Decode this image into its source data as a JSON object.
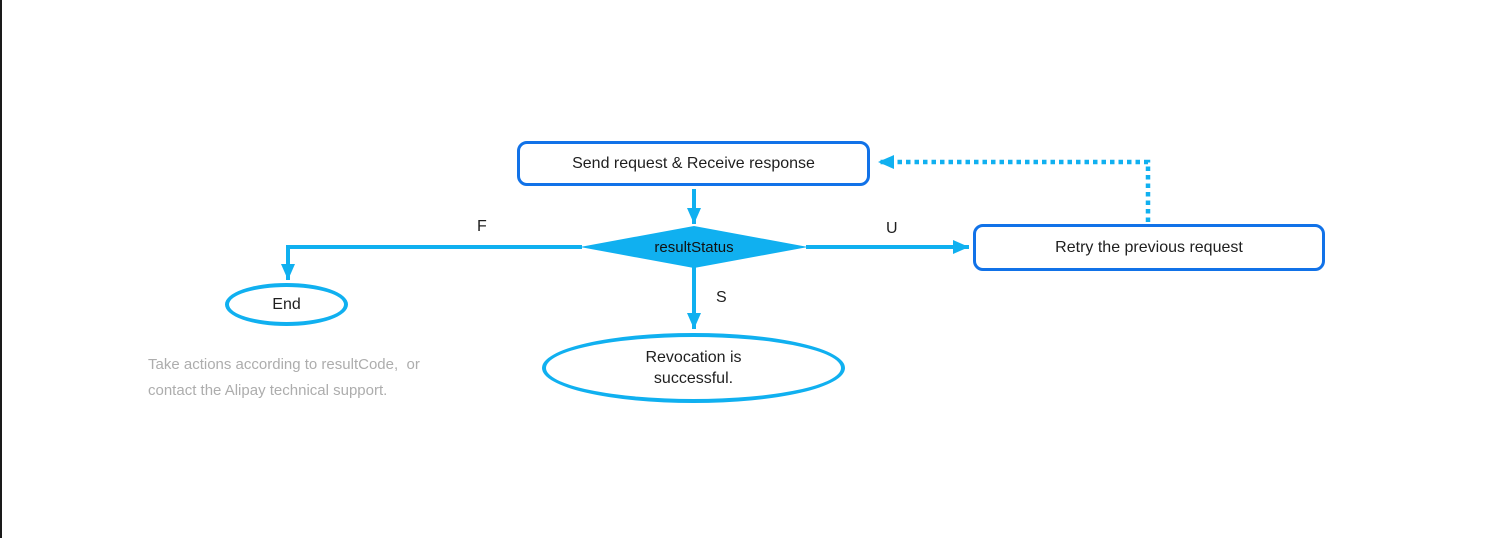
{
  "diagram": {
    "nodes": {
      "send": {
        "label": "Send request & Receive response"
      },
      "decision": {
        "label": "resultStatus"
      },
      "end": {
        "label": "End"
      },
      "success": {
        "lines": [
          "Revocation is",
          "successful."
        ]
      },
      "retry": {
        "label": "Retry the previous request"
      }
    },
    "edges": {
      "f_label": "F",
      "u_label": "U",
      "s_label": "S"
    },
    "note": {
      "line1": "Take actions according to resultCode,  or",
      "line2": "contact the Alipay technical support."
    },
    "colors": {
      "cyan": "#10B0F0",
      "blue": "#1172E8",
      "gray_note": "#ADADAD",
      "text": "#1F1F1F",
      "edge_line": "#1A1A1A"
    }
  }
}
